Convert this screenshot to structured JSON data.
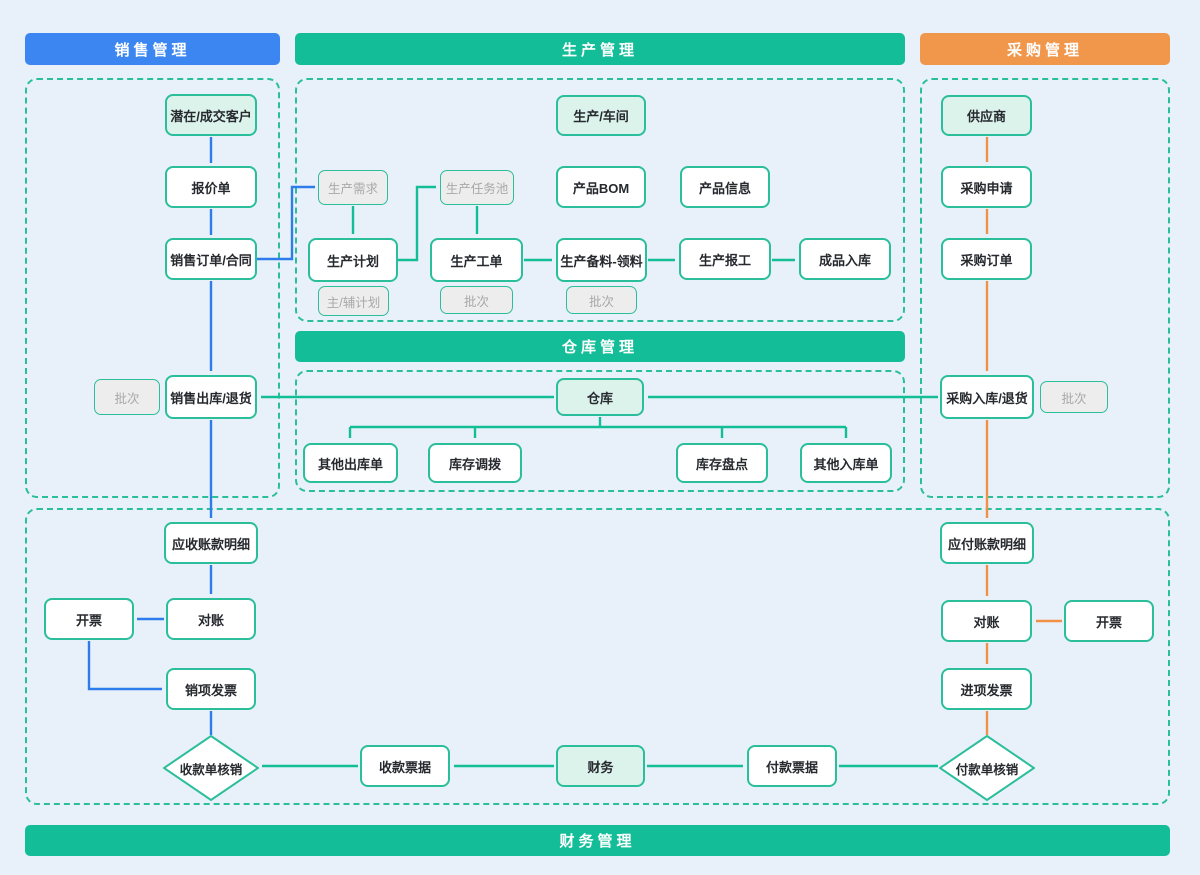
{
  "headers": {
    "sales": "销售管理",
    "production": "生产管理",
    "purchase": "采购管理",
    "warehouse": "仓库管理",
    "finance": "财务管理"
  },
  "nodes": {
    "customer": "潜在/成交客户",
    "quote": "报价单",
    "sales_order": "销售订单/合同",
    "batch_sales": "批次",
    "sales_out": "销售出库/退货",
    "ar_detail": "应收账款明细",
    "recon_sales": "对账",
    "invoice_sales": "开票",
    "sales_invoice": "销项发票",
    "receipt_writeoff": "收款单核销",
    "workshop": "生产/车间",
    "prod_demand": "生产需求",
    "task_pool": "生产任务池",
    "bom": "产品BOM",
    "product_info": "产品信息",
    "prod_plan": "生产计划",
    "main_aux_plan": "主/辅计划",
    "work_order": "生产工单",
    "batch_wo": "批次",
    "material": "生产备料-领料",
    "batch_material": "批次",
    "work_report": "生产报工",
    "finished_goods_in": "成品入库",
    "warehouse_node": "仓库",
    "other_out": "其他出库单",
    "inv_transfer": "库存调拨",
    "stocktake": "库存盘点",
    "other_in": "其他入库单",
    "supplier": "供应商",
    "purchase_request": "采购申请",
    "purchase_order": "采购订单",
    "purchase_in": "采购入库/退货",
    "batch_purchase": "批次",
    "ap_detail": "应付账款明细",
    "recon_purchase": "对账",
    "invoice_purchase": "开票",
    "input_invoice": "进项发票",
    "payment_writeoff": "付款单核销",
    "receipt_note": "收款票据",
    "finance_node": "财务",
    "payment_note": "付款票据"
  },
  "colors": {
    "sales_accent": "#3B86F0",
    "production_accent": "#13BD96",
    "purchase_accent": "#F0974B",
    "node_border": "#2BBE9A",
    "background": "#E8F1FA",
    "muted_fill": "#EDEDED",
    "muted_text": "#A8A8A8",
    "highlight_fill": "#DCF3EC"
  }
}
